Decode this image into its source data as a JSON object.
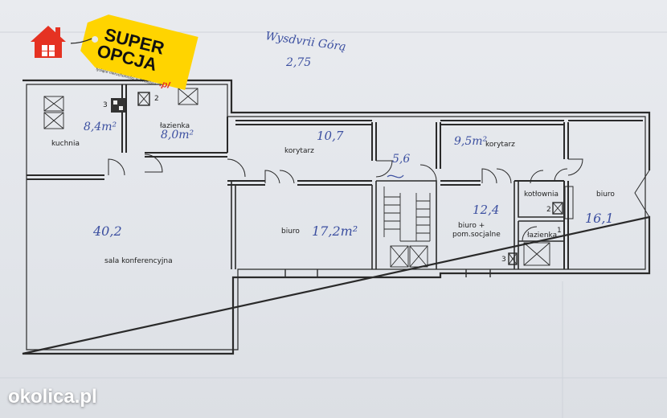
{
  "heading": {
    "line1": "Wysdvrii  Górą",
    "line2": "2,75"
  },
  "rooms": {
    "kuchnia": {
      "label": "kuchnia",
      "area": "8,4m²"
    },
    "lazienka_top": {
      "label": "łazienka",
      "area": "8,0m²"
    },
    "korytarz_1": {
      "label": "korytarz",
      "area": "10,7"
    },
    "klatka": {
      "area": "5,6"
    },
    "korytarz_2": {
      "label": "korytarz",
      "area": "9,5m²"
    },
    "sala": {
      "label": "sala  konferencyjna",
      "area": "40,2"
    },
    "biuro_1": {
      "label": "biuro",
      "area": "17,2m²"
    },
    "biuro_2": {
      "label_line1": "biuro  +",
      "label_line2": "pom.socjalne",
      "area": "12,4"
    },
    "kotlownia": {
      "label": "kotłownia"
    },
    "lazienka_small": {
      "label": "łazienka"
    },
    "biuro_3": {
      "label": "biuro",
      "area": "16,1"
    }
  },
  "markers": {
    "m3a": "3",
    "m2a": "2",
    "m3b": "3",
    "m2b": "2",
    "m1": "1"
  },
  "logo": {
    "line1": "SUPER",
    "line2": "OPCJA",
    "suffix": ".pl",
    "tagline": "tysiące nieruchomości w 1 miejscu"
  },
  "watermark": "okolica.pl",
  "colors": {
    "ink": "#2a2a2a",
    "handwriting": "#3b4fa0",
    "logo_yellow": "#ffd400",
    "logo_red": "#e53222"
  }
}
